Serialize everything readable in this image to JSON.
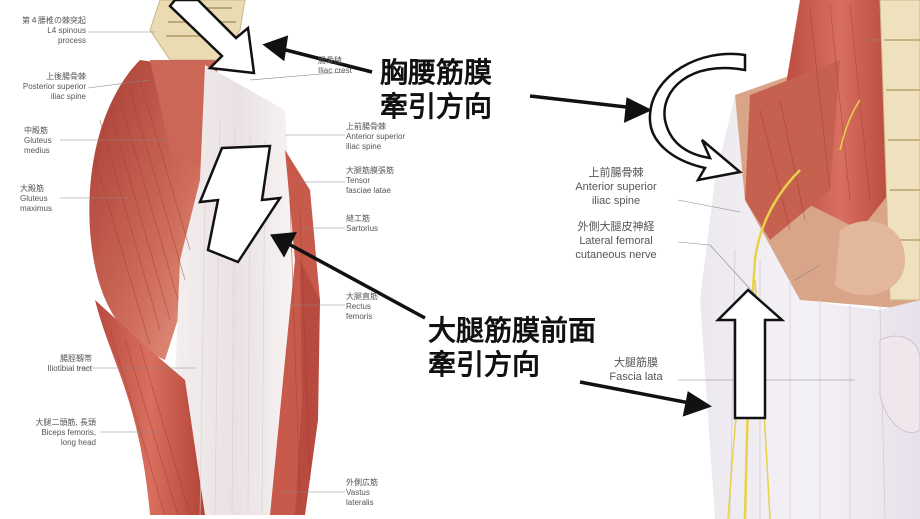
{
  "left_labels": [
    {
      "jp": "第４腰椎の棘突起",
      "en": [
        "L4 spinous",
        "process"
      ]
    },
    {
      "jp": "上後腸骨棘",
      "en": [
        "Posterior superior",
        "iliac spine"
      ]
    },
    {
      "jp": "中殿筋",
      "en": [
        "Gluteus",
        "medius"
      ]
    },
    {
      "jp": "大殿筋",
      "en": [
        "Gluteus",
        "maximus"
      ]
    },
    {
      "jp": "腸脛靱帯",
      "en": [
        "Iliotibial tract"
      ]
    },
    {
      "jp": "大腿二頭筋, 長頭",
      "en": [
        "Biceps femoris,",
        "long head"
      ]
    }
  ],
  "mid_labels": [
    {
      "jp": "腸骨稜",
      "en": [
        "Iliac crest"
      ]
    },
    {
      "jp": "上前腸骨棘",
      "en": [
        "Anterior superior",
        "iliac spine"
      ]
    },
    {
      "jp": "大腿筋膜張筋",
      "en": [
        "Tensor",
        "fasciae latae"
      ]
    },
    {
      "jp": "縫工筋",
      "en": [
        "Sartorius"
      ]
    },
    {
      "jp": "大腿直筋",
      "en": [
        "Rectus",
        "femoris"
      ]
    },
    {
      "jp": "外側広筋",
      "en": [
        "Vastus",
        "lateralis"
      ]
    }
  ],
  "right_labels": [
    {
      "jp": "上前腸骨棘",
      "en": [
        "Anterior superior",
        "iliac spine"
      ]
    },
    {
      "jp": "外側大腿皮神経",
      "en": [
        "Lateral femoral",
        "cutaneous nerve"
      ]
    },
    {
      "jp": "大腿筋膜",
      "en": [
        "Fascia lata"
      ]
    }
  ],
  "annotations": {
    "thoracolumbar": [
      "胸腰筋膜",
      "牽引方向"
    ],
    "fascia_front": [
      "大腿筋膜前面",
      "牽引方向"
    ]
  },
  "colors": {
    "muscle": "#c4584a",
    "muscle_light": "#e39a86",
    "tendon": "#f1ecea",
    "bone": "#efe0b8",
    "arrow": "#111111"
  }
}
